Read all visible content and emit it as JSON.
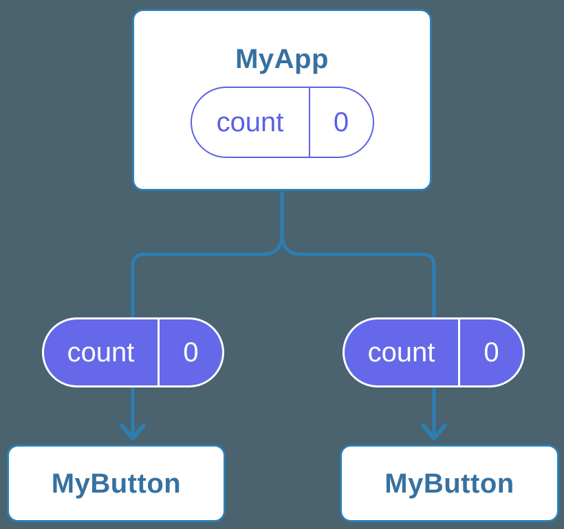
{
  "colors": {
    "background": "#4A636E",
    "connector": "#2D7EB4",
    "node_text": "#3671A0",
    "accent_indigo": "#5B61E2",
    "pill_fill": "#6468E9",
    "node_bg": "#FFFFFF",
    "pill_text_on_fill": "#FFFFFF"
  },
  "diagram": {
    "root": {
      "title": "MyApp",
      "state": {
        "label": "count",
        "value": "0"
      }
    },
    "children": [
      {
        "title": "MyButton",
        "state": {
          "label": "count",
          "value": "0"
        }
      },
      {
        "title": "MyButton",
        "state": {
          "label": "count",
          "value": "0"
        }
      }
    ]
  }
}
